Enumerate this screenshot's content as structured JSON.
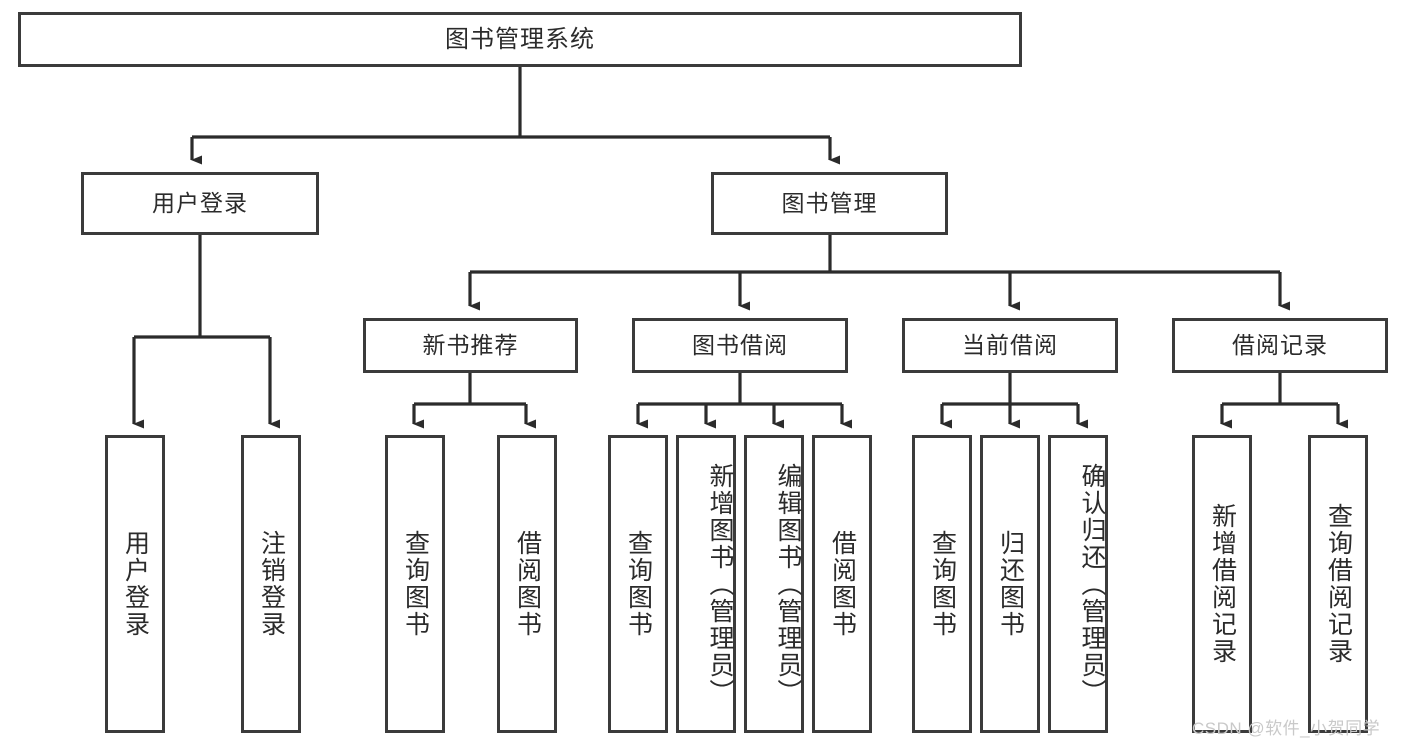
{
  "diagram": {
    "type": "tree",
    "title": "图书管理系统",
    "root": {
      "label": "图书管理系统"
    },
    "level2": [
      {
        "label": "用户登录"
      },
      {
        "label": "图书管理"
      }
    ],
    "level3": [
      {
        "label": "新书推荐"
      },
      {
        "label": "图书借阅"
      },
      {
        "label": "当前借阅"
      },
      {
        "label": "借阅记录"
      }
    ],
    "leaves": {
      "user_login": [
        {
          "label": "用户登录"
        },
        {
          "label": "注销登录"
        }
      ],
      "new_book": [
        {
          "label": "查询图书"
        },
        {
          "label": "借阅图书"
        }
      ],
      "book_borrow": [
        {
          "label": "查询图书"
        },
        {
          "label": "新增图书（管理员）"
        },
        {
          "label": "编辑图书（管理员）"
        },
        {
          "label": "借阅图书"
        }
      ],
      "current_borrow": [
        {
          "label": "查询图书"
        },
        {
          "label": "归还图书"
        },
        {
          "label": "确认归还（管理员）"
        }
      ],
      "borrow_record": [
        {
          "label": "新增借阅记录"
        },
        {
          "label": "查询借阅记录"
        }
      ]
    }
  },
  "watermark": {
    "text": "CSDN @软件_小贺同学"
  },
  "colors": {
    "box_border": "#3b3b3b",
    "box_fill": "#ffffff",
    "text": "#2b2b2b",
    "connector": "#2b2b2b",
    "watermark": "#c9c9c9"
  }
}
